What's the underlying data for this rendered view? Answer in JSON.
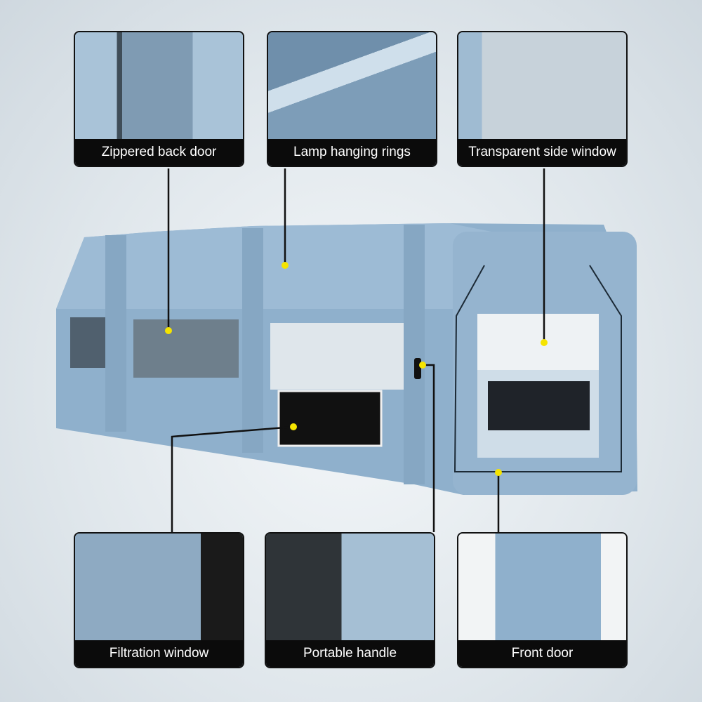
{
  "callouts": {
    "top": [
      {
        "label": "Zippered back door"
      },
      {
        "label": "Lamp hanging rings"
      },
      {
        "label": "Transparent side window"
      }
    ],
    "bottom": [
      {
        "label": "Filtration window"
      },
      {
        "label": "Portable handle"
      },
      {
        "label": "Front door"
      }
    ]
  },
  "colors": {
    "tent": "#8fb0cc",
    "label_bg": "#0b0b0b",
    "marker_dot": "#f5e400"
  }
}
